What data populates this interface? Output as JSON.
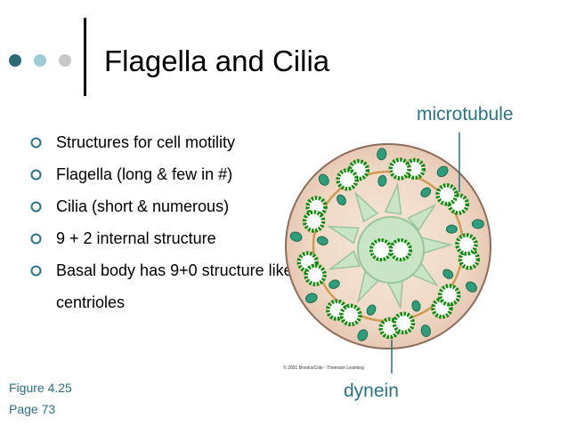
{
  "slide": {
    "title": "Flagella and Cilia",
    "bullets": [
      "Structures for cell motility",
      "Flagella (long & few in #)",
      "Cilia (short & numerous)",
      "9 + 2 internal structure",
      "Basal body has 9+0 structure like centrioles"
    ],
    "figure_ref": "Figure 4.25",
    "page_ref": "Page 73"
  },
  "diagram": {
    "label_top": "microtubule",
    "label_bottom": "dynein",
    "credit": "© 2001 Brooks/Cole - Thomson Learning"
  },
  "colors": {
    "dot_dark": "#2c6b73",
    "dot_mid": "#9ecbd6",
    "dot_light": "#c8c8c8",
    "accent": "#2a7487",
    "tubule_green": "#1a8a1a",
    "dynein_teal": "#2e9e7a"
  }
}
